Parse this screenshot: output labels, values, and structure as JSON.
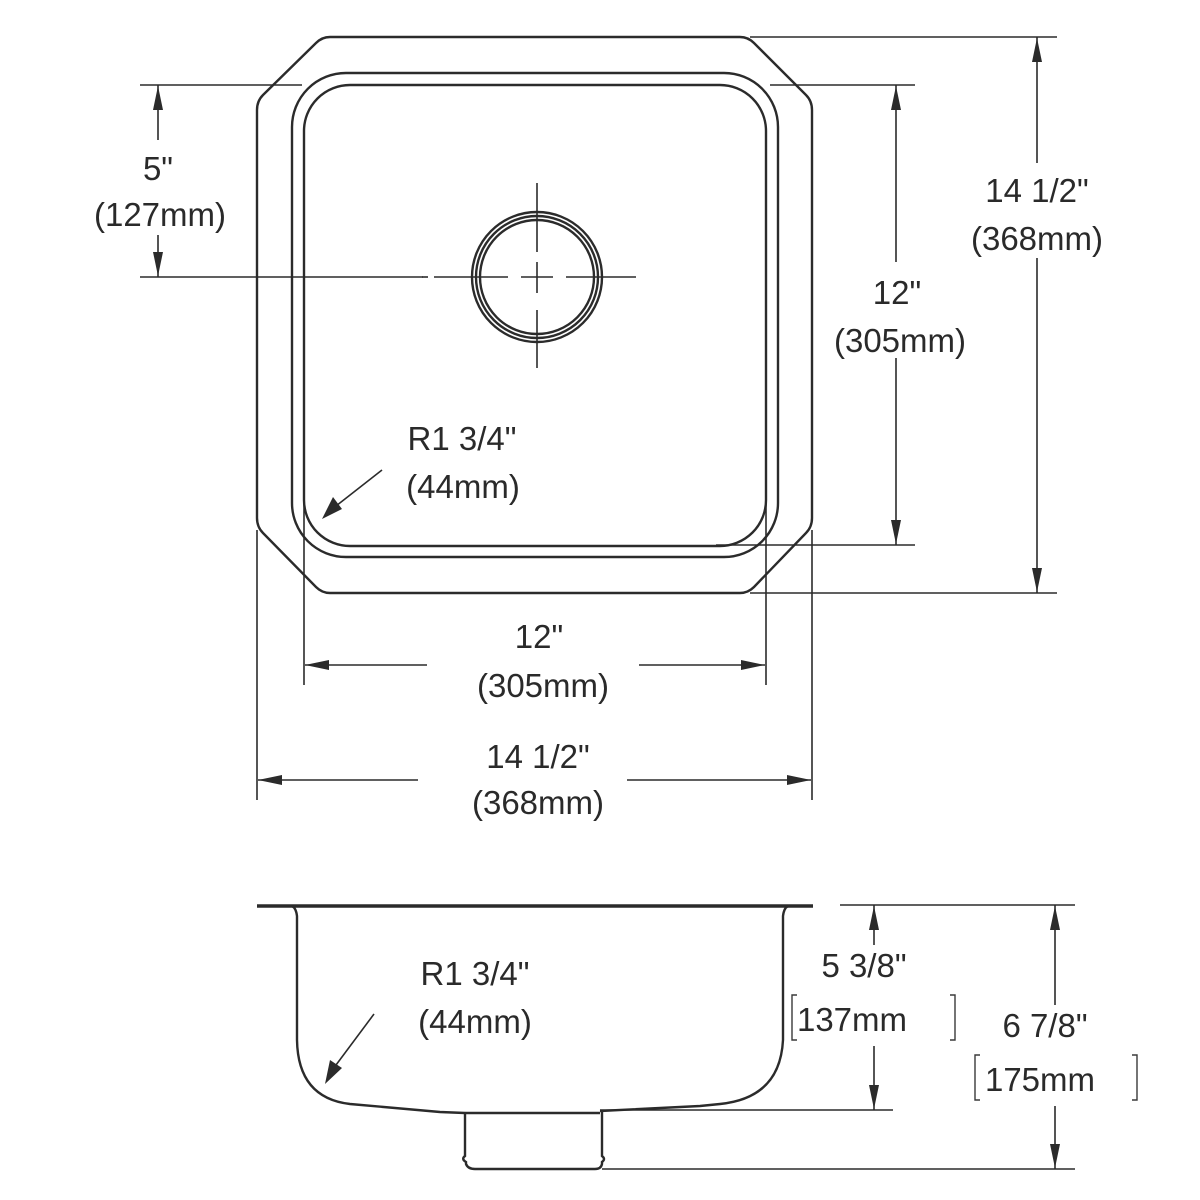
{
  "drawing": {
    "title": "Undermount single bowl sink dimension drawing",
    "line_color": "#2b2b2b",
    "background": "#ffffff"
  },
  "top_view": {
    "drain_offset": {
      "inches": "5\"",
      "mm": "(127mm)"
    },
    "bowl_length": {
      "inches": "12\"",
      "mm": "(305mm)"
    },
    "overall_length": {
      "inches": "14 1/2\"",
      "mm": "(368mm)"
    },
    "corner_radius": {
      "inches": "R1 3/4\"",
      "mm": "(44mm)"
    },
    "bowl_width": {
      "inches": "12\"",
      "mm": "(305mm)"
    },
    "overall_width": {
      "inches": "14 1/2\"",
      "mm": "(368mm)"
    }
  },
  "side_view": {
    "corner_radius": {
      "inches": "R1 3/4\"",
      "mm": "(44mm)"
    },
    "bowl_depth": {
      "inches": "5 3/8\"",
      "mm": "137mm"
    },
    "overall_depth": {
      "inches": "6 7/8\"",
      "mm": "175mm"
    }
  }
}
